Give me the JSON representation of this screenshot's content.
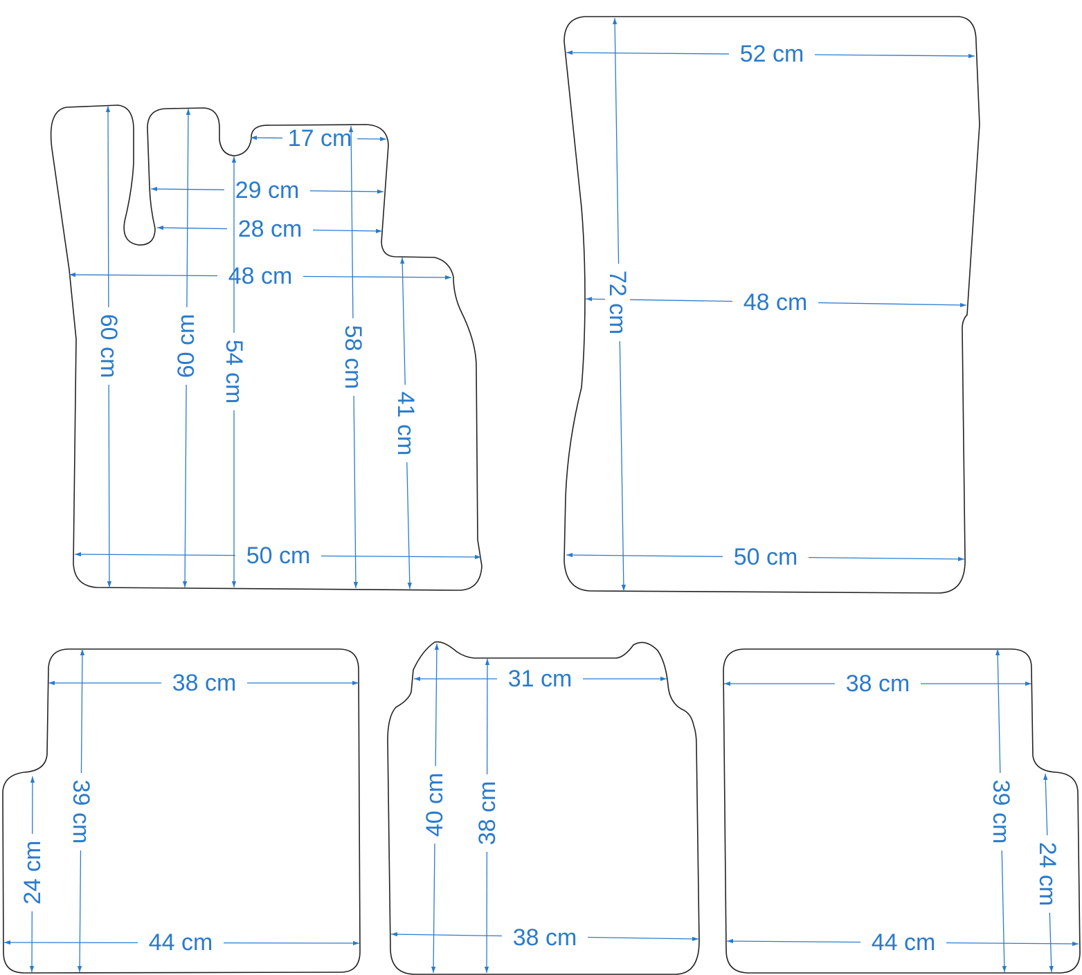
{
  "colors": {
    "dimension": "#2a7bcc",
    "outline": "#222222",
    "background": "#ffffff"
  },
  "mats": [
    {
      "id": "front-left-mat",
      "dimensions": [
        {
          "label": "17 cm"
        },
        {
          "label": "29 cm"
        },
        {
          "label": "28 cm"
        },
        {
          "label": "48 cm"
        },
        {
          "label": "50 cm"
        },
        {
          "label": "60 cm"
        },
        {
          "label": "60 cm"
        },
        {
          "label": "54 cm"
        },
        {
          "label": "58 cm"
        },
        {
          "label": "41 cm"
        }
      ]
    },
    {
      "id": "front-right-mat",
      "dimensions": [
        {
          "label": "52 cm"
        },
        {
          "label": "48 cm"
        },
        {
          "label": "50 cm"
        },
        {
          "label": "72 cm"
        }
      ]
    },
    {
      "id": "rear-left-mat",
      "dimensions": [
        {
          "label": "38 cm"
        },
        {
          "label": "44 cm"
        },
        {
          "label": "39 cm"
        },
        {
          "label": "24 cm"
        }
      ]
    },
    {
      "id": "rear-middle-mat",
      "dimensions": [
        {
          "label": "31 cm"
        },
        {
          "label": "38 cm"
        },
        {
          "label": "40 cm"
        },
        {
          "label": "38 cm"
        }
      ]
    },
    {
      "id": "rear-right-mat",
      "dimensions": [
        {
          "label": "38 cm"
        },
        {
          "label": "44 cm"
        },
        {
          "label": "39 cm"
        },
        {
          "label": "24 cm"
        }
      ]
    }
  ]
}
